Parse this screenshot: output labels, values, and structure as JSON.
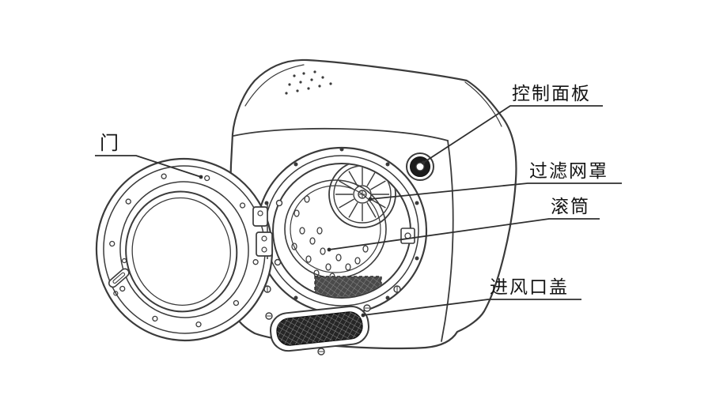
{
  "labels": {
    "control_panel": "控制面板",
    "filter_cover": "过滤网罩",
    "drum": "滚筒",
    "air_inlet_cover": "进风口盖",
    "door": "门"
  },
  "colors": {
    "line": "#3b3b3b",
    "text": "#141414",
    "background": "#ffffff",
    "dark_fill": "#262626"
  }
}
